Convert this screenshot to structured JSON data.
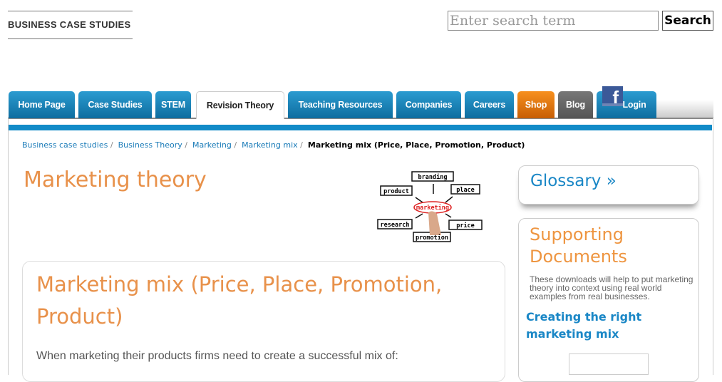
{
  "header": {
    "logo": "BUSINESS CASE STUDIES",
    "search_placeholder": "Enter search term",
    "search_button": "Search"
  },
  "nav": {
    "tabs": [
      {
        "label": "Home Page"
      },
      {
        "label": "Case Studies"
      },
      {
        "label": "STEM"
      },
      {
        "label": "Revision Theory"
      },
      {
        "label": "Teaching Resources"
      },
      {
        "label": "Companies"
      },
      {
        "label": "Careers"
      },
      {
        "label": "Shop"
      },
      {
        "label": "Blog"
      },
      {
        "label": "Login"
      }
    ],
    "facebook_icon": "f",
    "active": "Revision Theory"
  },
  "breadcrumb": {
    "items": [
      "Business case studies",
      "Business Theory",
      "Marketing",
      "Marketing mix"
    ],
    "current": "Marketing mix (Price, Place, Promotion, Product)",
    "separator": "/"
  },
  "page_title": "Marketing theory",
  "diagram": {
    "center": "marketing",
    "labels": [
      "branding",
      "product",
      "place",
      "research",
      "price",
      "promotion"
    ]
  },
  "article": {
    "title": "Marketing mix (Price, Place, Promotion, Product)",
    "intro": "When marketing their products firms need to create a successful mix of:"
  },
  "sidebar": {
    "glossary": "Glossary »",
    "supporting_title": "Supporting Documents",
    "supporting_text": "These downloads will help to put marketing theory into context using real world examples from real businesses.",
    "link": "Creating the right marketing mix"
  },
  "colors": {
    "blue": "#128bc8",
    "orange": "#e8914a",
    "shop": "#f7901e"
  }
}
